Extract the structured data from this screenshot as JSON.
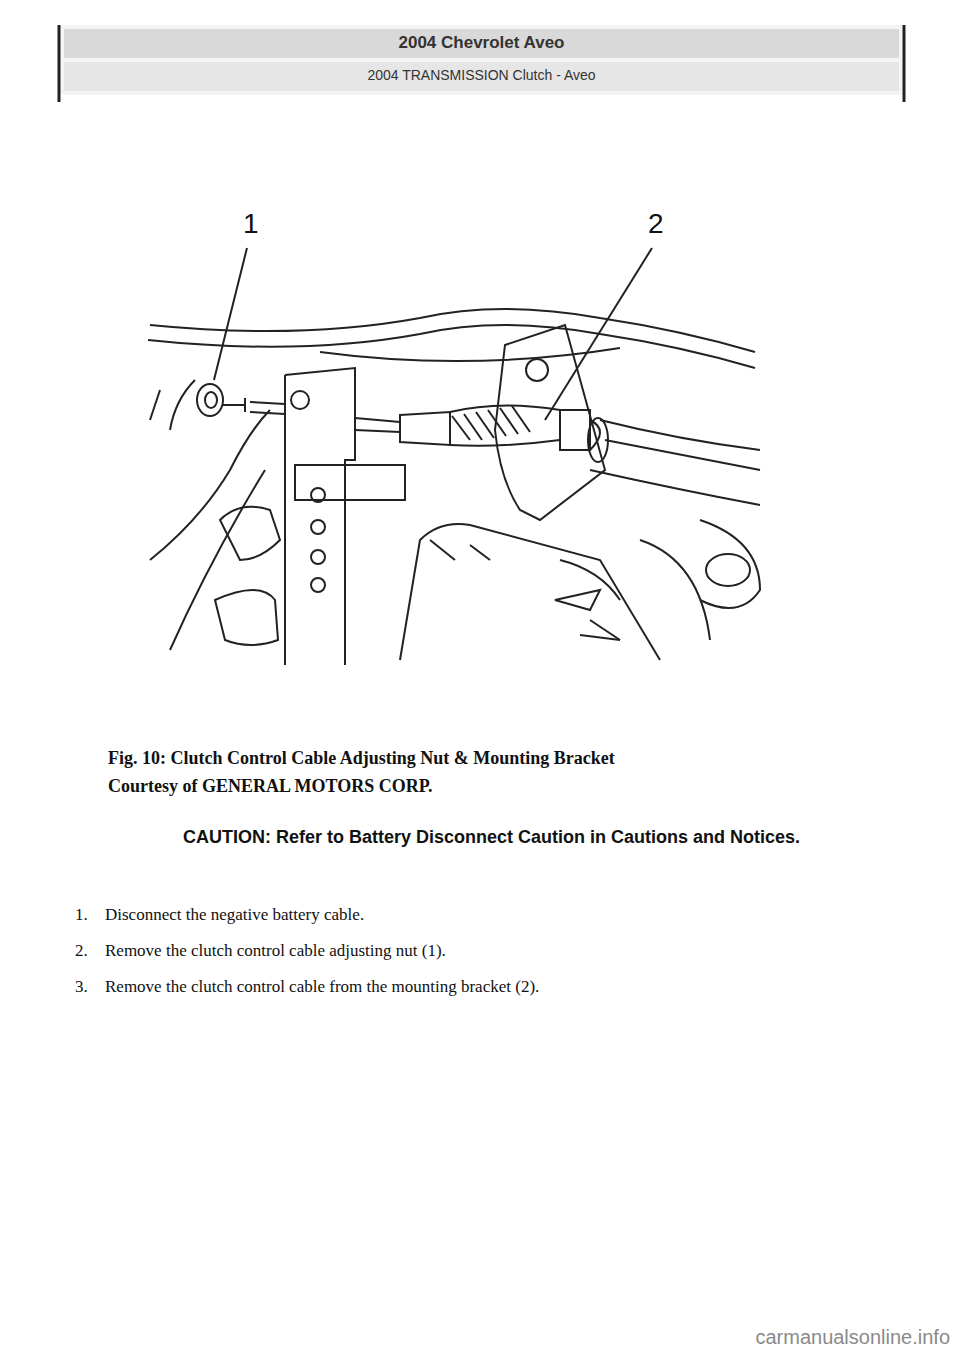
{
  "diagram": {
    "title": "2004 Chevrolet Aveo",
    "caption": "Fig. 10: Clutch Control Cable Adjusting Nut & Mounting Bracket",
    "labels": [
      "2004 TRANSMISSION Clutch - Aveo",
      "1",
      "2",
      "Courtesy of GENERAL MOTORS CORP.",
      "CAUTION: Refer to Battery Disconnect Caution in Cautions and Notices.",
      "1.",
      "Disconnect the negative battery cable.",
      "2.",
      "Remove the clutch control cable adjusting nut (1).",
      "3.",
      "Remove the clutch control cable from the mounting bracket (2).",
      "carmanualsonline.info"
    ]
  }
}
